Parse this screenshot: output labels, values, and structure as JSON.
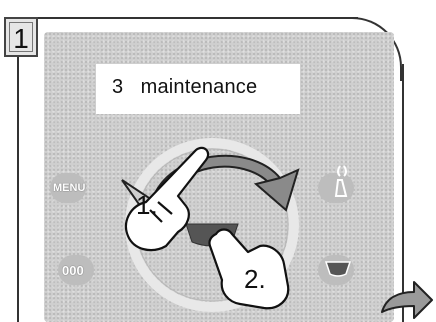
{
  "step": {
    "number": "1"
  },
  "display": {
    "text": "3   maintenance"
  },
  "buttons": {
    "menu_label": "MENU",
    "left_bottom_label": "000"
  },
  "annotations": {
    "step_one": "1.",
    "step_two": "2."
  },
  "icons": {
    "top_right": "steam-icon",
    "bottom_right": "cup-icon",
    "center": "cup-icon",
    "rotate": "rotate-arrow-icon",
    "next": "next-page-arrow-icon",
    "hand": "pointing-hand-icon"
  }
}
